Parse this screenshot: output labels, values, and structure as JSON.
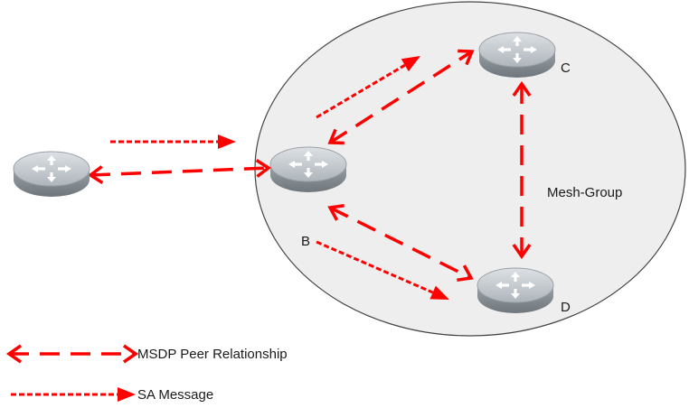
{
  "diagram": {
    "group_label": "Mesh-Group",
    "routers": {
      "left": {
        "label": ""
      },
      "b": {
        "label": "B"
      },
      "c": {
        "label": "C"
      },
      "d": {
        "label": "D"
      }
    },
    "legend": {
      "peer_label": "MSDP Peer Relationship",
      "sa_label": "SA Message"
    },
    "colors": {
      "arrow": "#ff0000",
      "router_top": "#c9ced3",
      "router_side": "#8a9198",
      "group_fill": "#eeeeee",
      "group_stroke": "#444444"
    }
  }
}
